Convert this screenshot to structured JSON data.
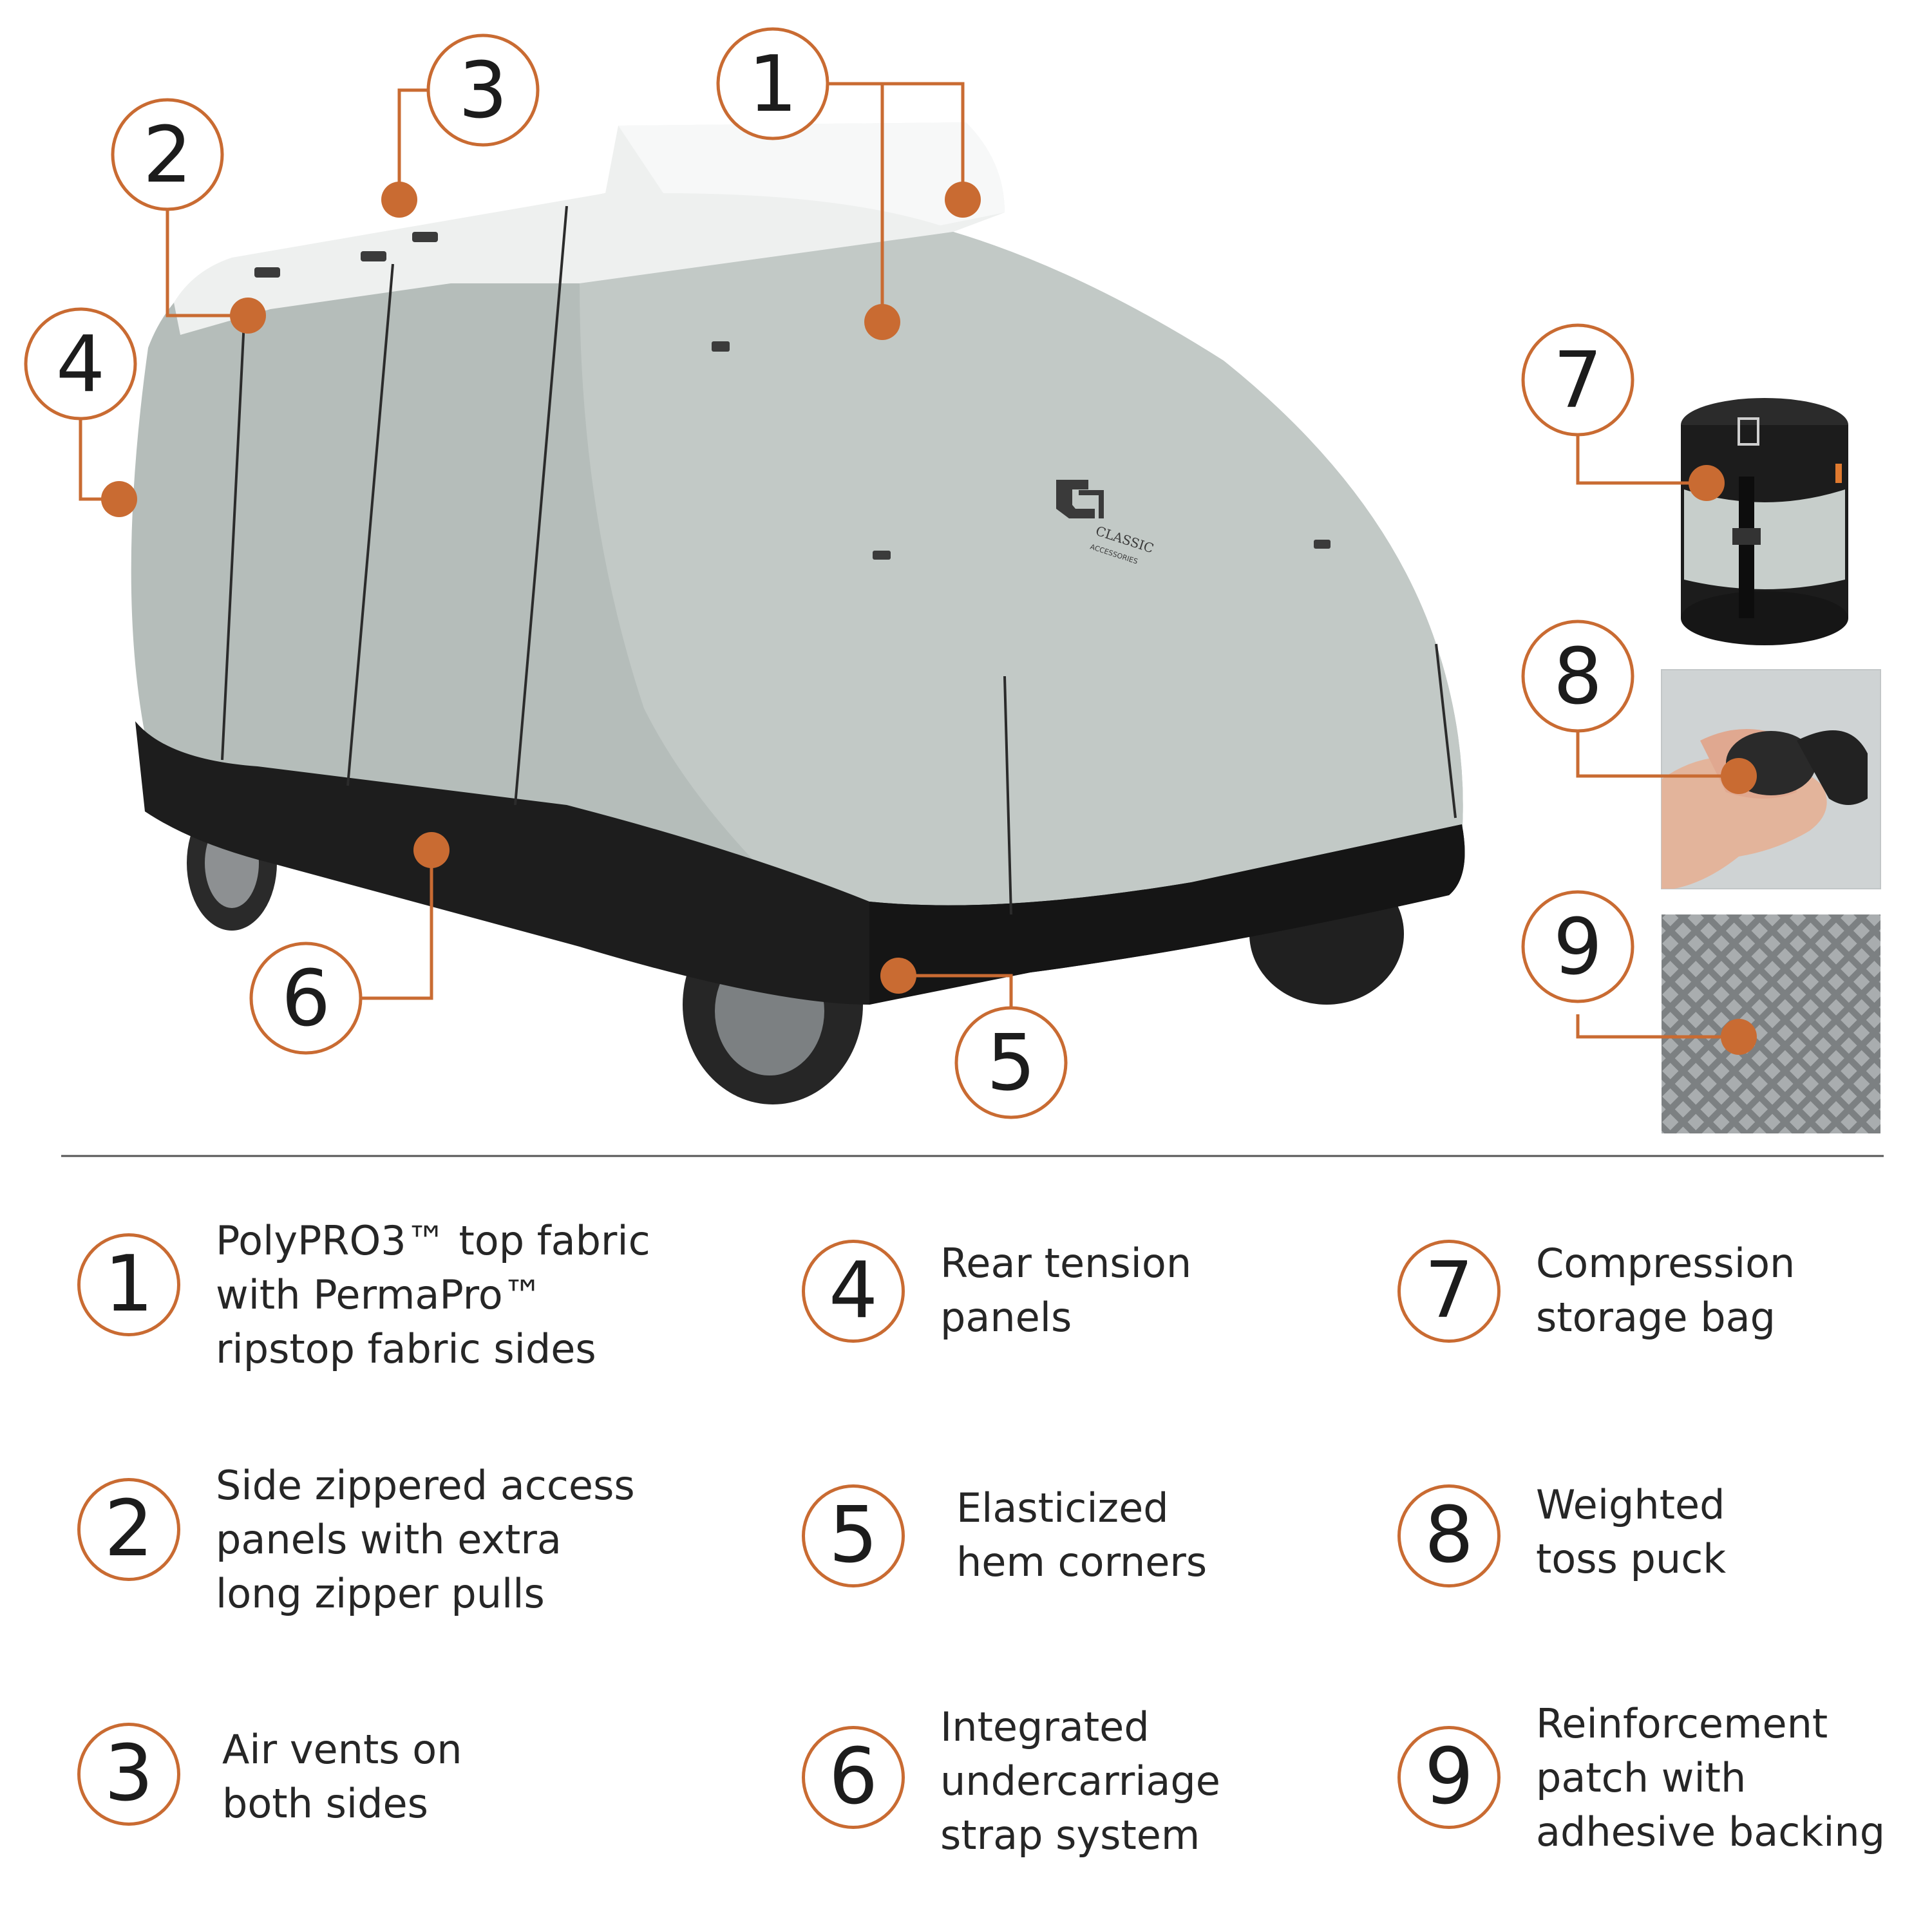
{
  "callouts": [
    {
      "number": "1",
      "label_lines": [
        "PolyPRO3™ top fabric",
        "with PermaPro™",
        "ripstop fabric sides"
      ]
    },
    {
      "number": "2",
      "label_lines": [
        "Side zippered access",
        "panels with extra",
        "long zipper pulls"
      ]
    },
    {
      "number": "3",
      "label_lines": [
        "Air vents on",
        "both sides"
      ]
    },
    {
      "number": "4",
      "label_lines": [
        "Rear tension",
        "panels"
      ]
    },
    {
      "number": "5",
      "label_lines": [
        "Elasticized",
        "hem corners"
      ]
    },
    {
      "number": "6",
      "label_lines": [
        "Integrated",
        "undercarriage",
        "strap system"
      ]
    },
    {
      "number": "7",
      "label_lines": [
        "Compression",
        "storage bag"
      ]
    },
    {
      "number": "8",
      "label_lines": [
        "Weighted",
        "toss puck"
      ]
    },
    {
      "number": "9",
      "label_lines": [
        "Reinforcement",
        "patch with",
        "adhesive backing"
      ]
    }
  ],
  "logo": {
    "brand_line1": "CLASSIC",
    "brand_line2": "ACCESSORIES"
  },
  "colors": {
    "accent": "#c96b32",
    "cover_gray": "#b5bdba",
    "cover_top": "#eef0ef",
    "skirt": "#1d1d1d"
  }
}
